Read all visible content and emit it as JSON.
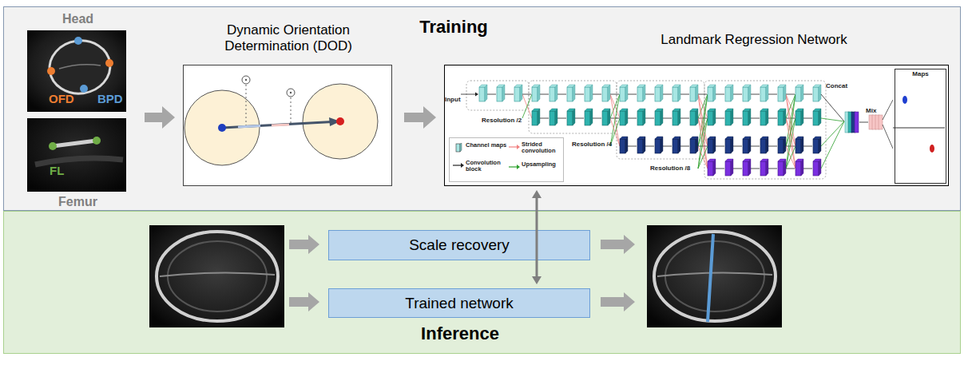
{
  "diagram": {
    "nodes": [
      {
        "text": [
          "Training"
        ]
      },
      {
        "text": [
          "Head",
          "OFD",
          "BPD",
          "FL",
          "Femur"
        ],
        "in": 0
      },
      {
        "text": [
          "Dynamic Orientation Determination (DOD)"
        ],
        "in": 0
      },
      {
        "text": [
          "Landmark Regression Network"
        ],
        "in": 0
      },
      {
        "text": [
          "Maps"
        ],
        "in": 3
      },
      {
        "text": [
          "Inference"
        ]
      },
      {
        "text": [
          "Scale recovery"
        ],
        "in": 5
      },
      {
        "text": [
          "Trained network"
        ],
        "in": 5
      }
    ],
    "edges": [
      {
        "from": 1,
        "to": 2,
        "arrow": "to"
      },
      {
        "from": 2,
        "to": 3,
        "arrow": "to"
      },
      {
        "from": 7,
        "to": 3,
        "arrow": "both"
      }
    ],
    "labels": [
      "Input",
      "Resolution /2",
      "Resolution /4",
      "Resolution /8",
      "Concat",
      "Mix"
    ],
    "legend": [
      {
        "text": "Channel maps"
      },
      {
        "text": "Convolution block"
      },
      {
        "text": "Strided convolution"
      },
      {
        "text": "Upsampling"
      }
    ]
  }
}
